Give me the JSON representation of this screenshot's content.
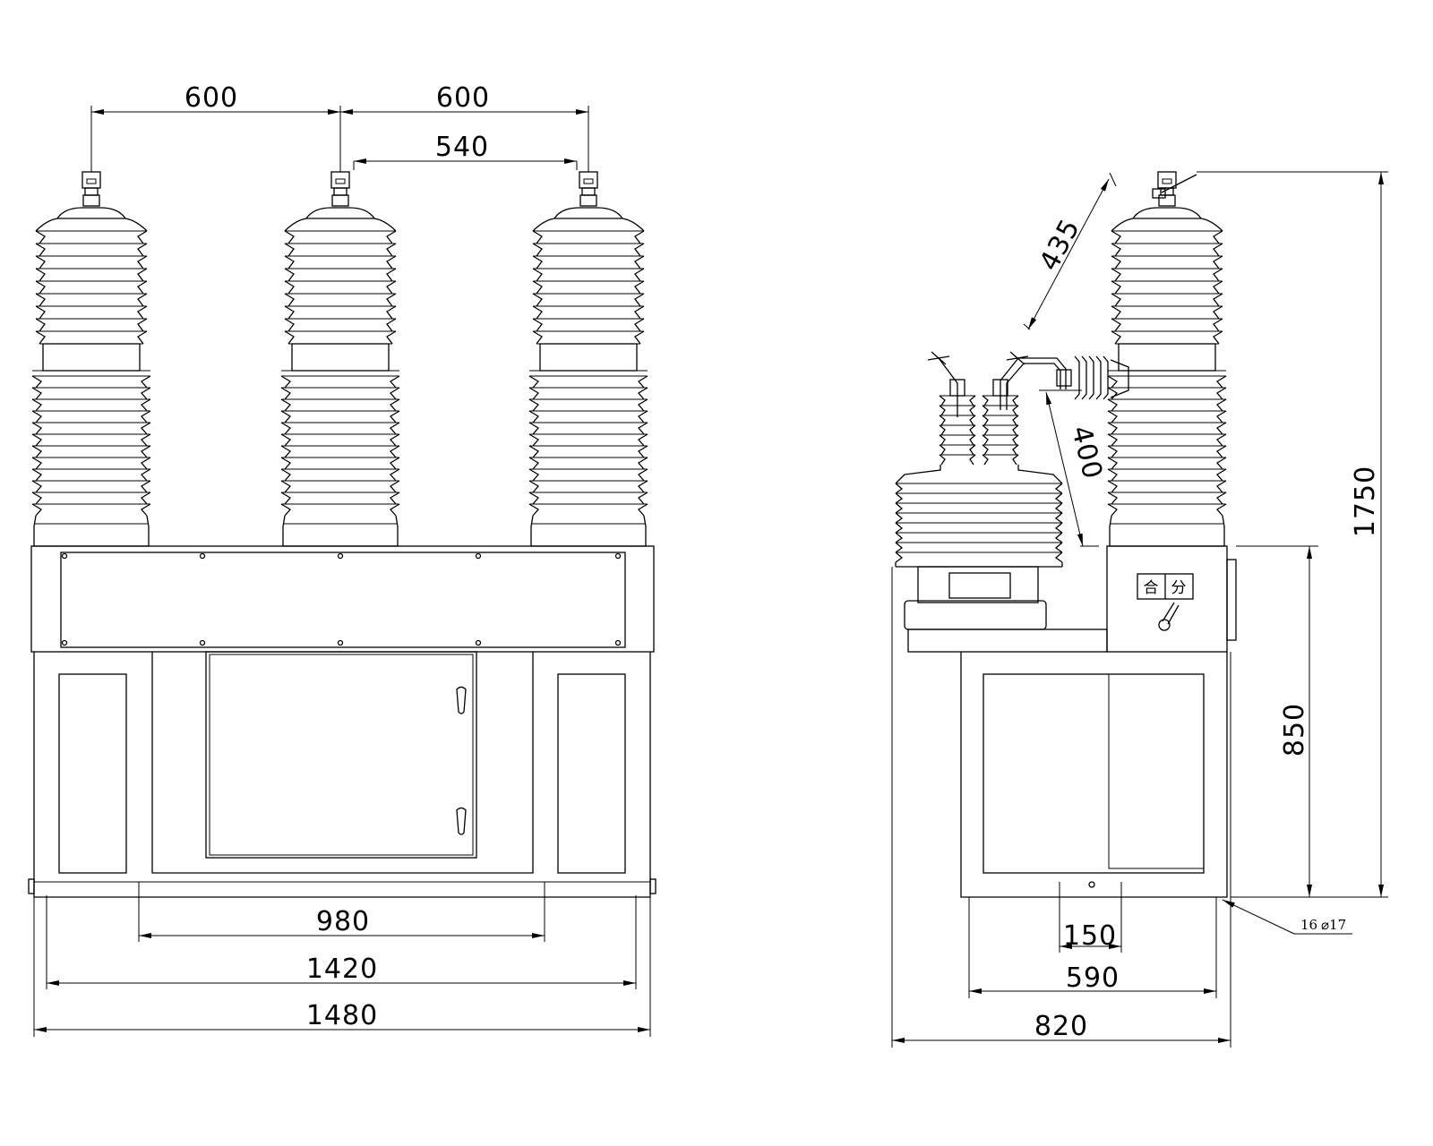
{
  "front_view": {
    "dim_phase_spacing_left": "600",
    "dim_phase_spacing_right": "600",
    "dim_terminal_gap": "540",
    "dim_mount_spacing": "980",
    "dim_inner_width": "1420",
    "dim_overall_width": "1480"
  },
  "side_view": {
    "dim_lead_length": "435",
    "dim_clearance": "400",
    "dim_overall_height": "1750",
    "dim_frame_height": "850",
    "dim_hole_spacing": "150",
    "dim_mount_depth": "590",
    "dim_overall_depth": "820",
    "hole_callout_count": "16",
    "hole_callout_dia": "⌀17"
  },
  "operation_labels": {
    "close": "合",
    "open": "分"
  },
  "colors": {
    "line": "#000000",
    "background": "#ffffff"
  }
}
